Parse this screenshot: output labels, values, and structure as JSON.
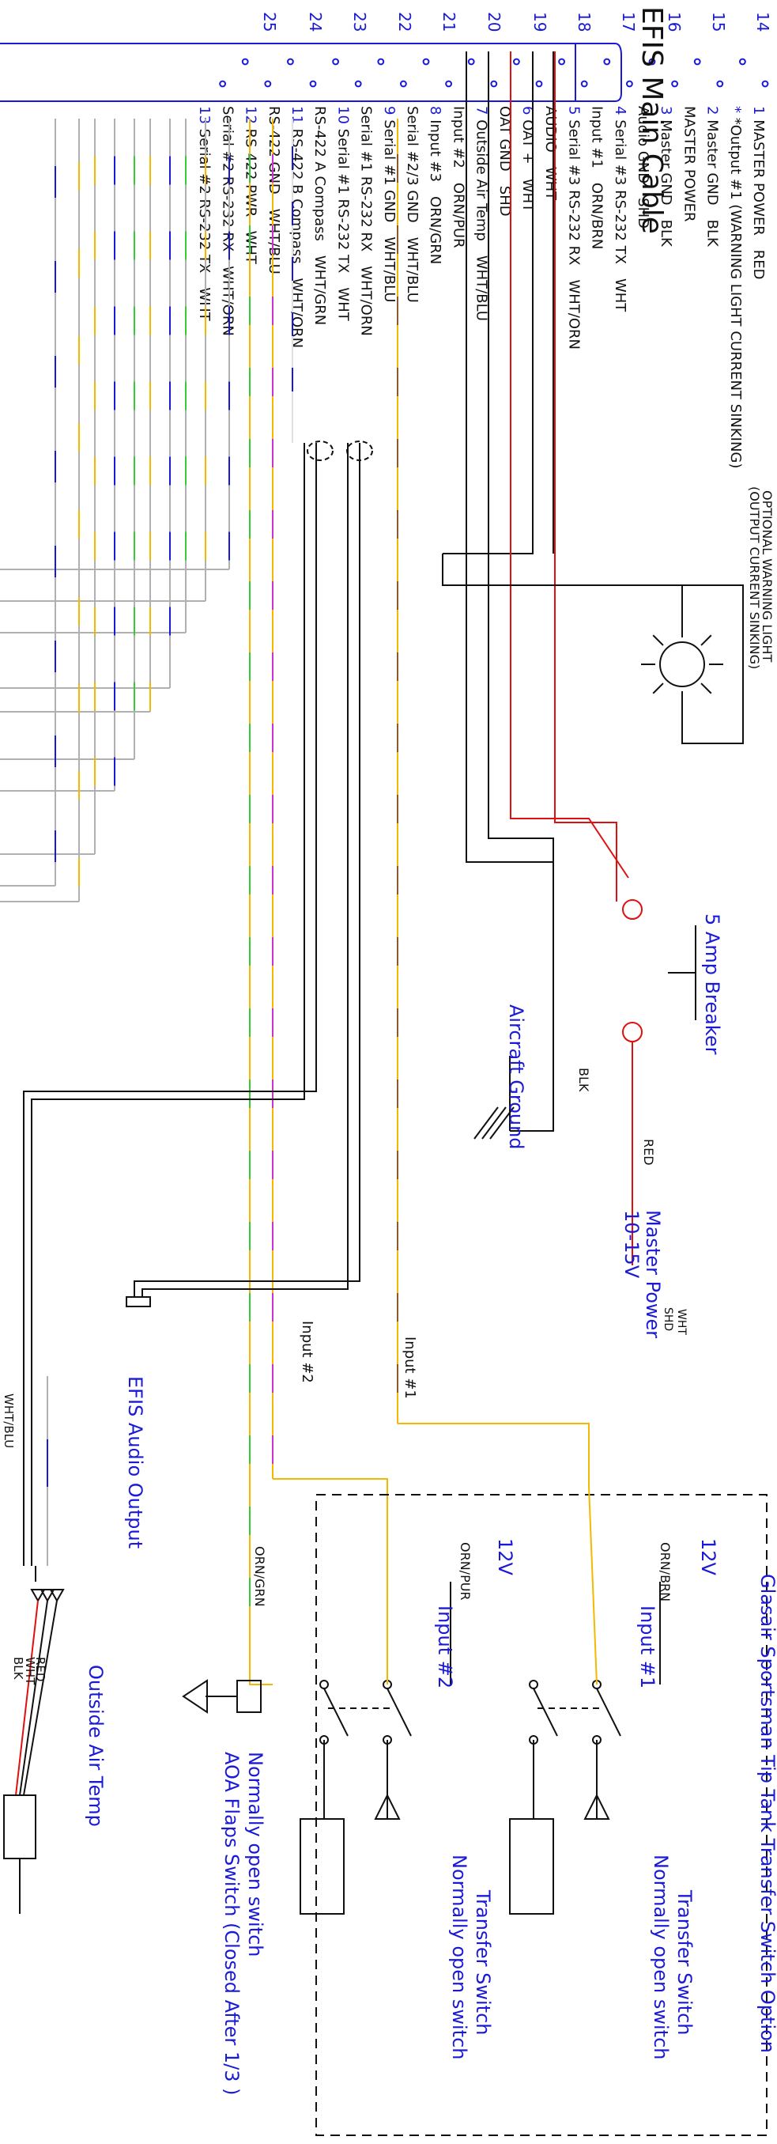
{
  "title": "EFIS Main Cable",
  "connector": {
    "top_row": [
      {
        "num": "1",
        "label": "MASTER POWER",
        "color": "RED",
        "pin": 14
      },
      {
        "num": "*",
        "label": "*Output #1 (WARNING LIGHT CURRENT SINKING)",
        "color": "",
        "pin": null
      },
      {
        "num": "2",
        "label": "Master GND",
        "color": "BLK",
        "pin": 15
      },
      {
        "num": "",
        "label": "MASTER POWER",
        "color": "",
        "pin": null
      },
      {
        "num": "3",
        "label": "Master GND",
        "color": "BLK",
        "pin": 16
      },
      {
        "num": "",
        "label": "Audio GND",
        "color": "SHD",
        "pin": null
      },
      {
        "num": "4",
        "label": "Serial #3 RS-232 TX",
        "color": "WHT",
        "pin": 17
      },
      {
        "num": "",
        "label": "Input #1",
        "color": "ORN/BRN",
        "pin": null
      },
      {
        "num": "5",
        "label": "Serial #3 RS-232 RX",
        "color": "WHT/ORN",
        "pin": 18
      },
      {
        "num": "",
        "label": "AUDIO",
        "color": "WHT",
        "pin": null
      },
      {
        "num": "6",
        "label": "OAT +",
        "color": "WHT",
        "pin": 19
      },
      {
        "num": "",
        "label": "OAT GND",
        "color": "SHD",
        "pin": null
      },
      {
        "num": "7",
        "label": "Outside Air Temp",
        "color": "WHT/BLU",
        "pin": 20
      },
      {
        "num": "",
        "label": "Input #2",
        "color": "ORN/PUR",
        "pin": null
      },
      {
        "num": "8",
        "label": "Input #3",
        "color": "ORN/GRN",
        "pin": 21
      },
      {
        "num": "",
        "label": "Serial #2/3 GND",
        "color": "WHT/BLU",
        "pin": null
      },
      {
        "num": "9",
        "label": "Serial #1 GND",
        "color": "WHT/BLU",
        "pin": 22
      },
      {
        "num": "",
        "label": "Serial #1 RS-232 RX",
        "color": "WHT/ORN",
        "pin": null
      },
      {
        "num": "10",
        "label": "Serial #1 RS-232 TX",
        "color": "WHT",
        "pin": 23
      },
      {
        "num": "",
        "label": "RS-422 A Compass",
        "color": "WHT/GRN",
        "pin": null
      },
      {
        "num": "11",
        "label": "RS-422 B Compass",
        "color": "WHT/ORN",
        "pin": 24
      },
      {
        "num": "",
        "label": "RS-422 GND",
        "color": "WHT/BLU",
        "pin": null
      },
      {
        "num": "12",
        "label": "RS-422 PWR",
        "color": "WHT",
        "pin": 25
      },
      {
        "num": "",
        "label": "Serial #2 RS-232 RX",
        "color": "WHT/ORN",
        "pin": null
      },
      {
        "num": "13",
        "label": "Serial #2 RS-232 TX",
        "color": "WHT",
        "pin": null
      }
    ]
  },
  "labels": {
    "optional_warning_light": "OPTIONAL WARNING LIGHT",
    "output_current_sinking": "(OUTPUT CURRENT SINKING)",
    "breaker": "5 Amp Breaker",
    "aircraft_ground": "Aircraft Ground",
    "master_power": "Master Power",
    "master_power_v": "10-15V",
    "blk": "BLK",
    "red": "RED",
    "input1": "Input #1",
    "input2": "Input #2",
    "efis_audio": "EFIS Audio Output",
    "wht": "WHT",
    "shd": "SHD",
    "wht_blu": "WHT/BLU",
    "oat": "Outside Air Temp",
    "orn_grn": "ORN/GRN",
    "orn_pur": "ORN/PUR",
    "orn_brn": "ORN/BRN",
    "v12": "12V",
    "tip_tank_title": "Glasair Sportsman Tip Tank Transfer Switch Option",
    "transfer_switch": "Transfer Switch",
    "normally_open": "Normally open switch",
    "aoa_switch": "AOA Flaps Switch (Closed After 1/3 )",
    "oat_red": "RED",
    "oat_wht": "WHT",
    "oat_blk": "BLK"
  },
  "colors": {
    "red": "#e01010",
    "black": "#111111",
    "orange": "#f5b800",
    "blue": "#1a1ad6",
    "gray": "#b0b0b0",
    "purple": "#cc33cc",
    "green": "#33cc33",
    "brown": "#8b5a2b",
    "text_blue": "#1a1ad6"
  }
}
